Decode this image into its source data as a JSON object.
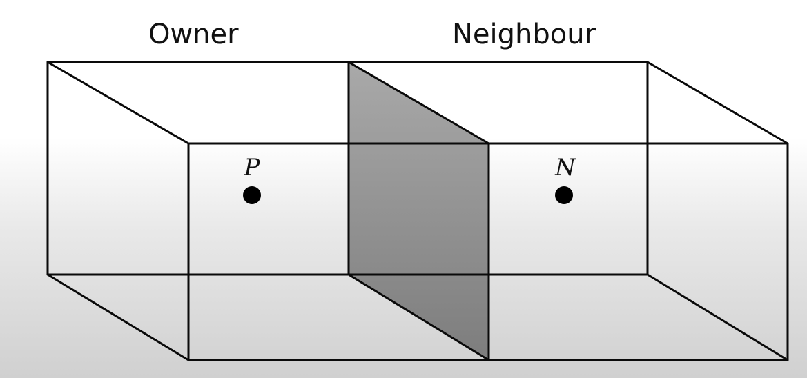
{
  "labels": {
    "owner": "Owner",
    "neighbour": "Neighbour"
  },
  "points": {
    "owner_centre": "P",
    "neighbour_centre": "N"
  },
  "colors": {
    "line": "#0a0a0a",
    "face_top": "#a9a9a9",
    "face_bottom": "#7d7d7d",
    "point": "#000000"
  }
}
